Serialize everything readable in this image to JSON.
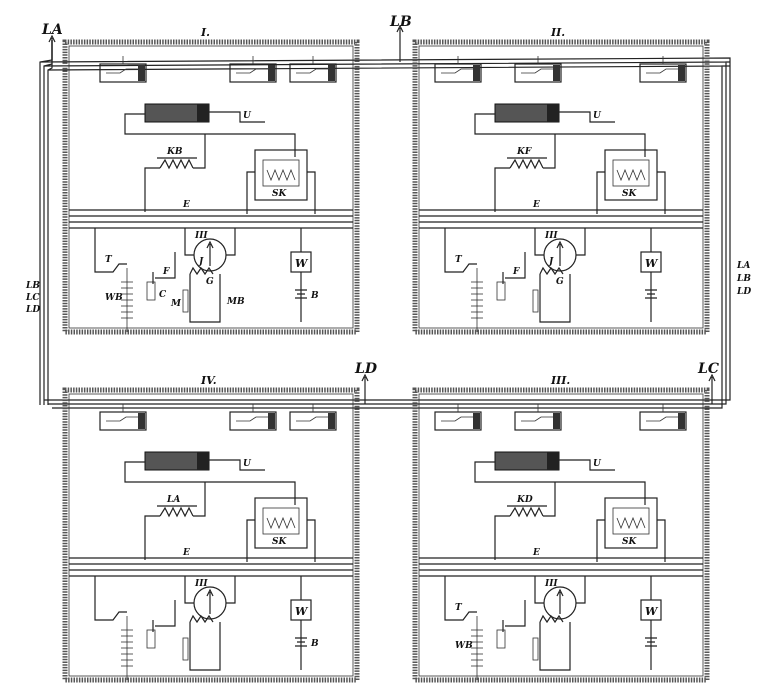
{
  "title_labels": {
    "la_top": "LA",
    "lb_top": "LB",
    "ld_mid": "LD",
    "lc_mid": "LC",
    "left_bundle": [
      "LB",
      "LC",
      "LD"
    ],
    "right_bundle": [
      "LA",
      "LB",
      "LD"
    ]
  },
  "stations": [
    {
      "id": "I",
      "numeral": "I.",
      "labels": {
        "relay": "KB",
        "sk": "SK",
        "g": "G",
        "w": "W",
        "t": "T",
        "f": "F",
        "j": "J",
        "wb": "WB",
        "c": "C",
        "m": "M",
        "mb": "MB",
        "b": "B",
        "u": "U",
        "e": "E",
        "bus": "III"
      }
    },
    {
      "id": "II",
      "numeral": "II.",
      "labels": {
        "relay": "KF",
        "sk": "SK",
        "g": "G",
        "w": "W",
        "t": "T",
        "f": "F",
        "j": "J",
        "wb": "",
        "c": "",
        "m": "",
        "mb": "",
        "b": "",
        "u": "U",
        "e": "E",
        "bus": "III"
      }
    },
    {
      "id": "IV",
      "numeral": "IV.",
      "labels": {
        "relay": "LA",
        "sk": "SK",
        "g": "",
        "w": "W",
        "t": "",
        "f": "",
        "j": "",
        "wb": "",
        "c": "",
        "m": "",
        "mb": "",
        "b": "B",
        "u": "U",
        "e": "E",
        "bus": "III"
      }
    },
    {
      "id": "III",
      "numeral": "III.",
      "labels": {
        "relay": "KD",
        "sk": "SK",
        "g": "",
        "w": "W",
        "t": "T",
        "f": "",
        "j": "",
        "wb": "WB",
        "c": "",
        "m": "",
        "mb": "",
        "b": "",
        "u": "U",
        "e": "E",
        "bus": "III"
      }
    }
  ]
}
